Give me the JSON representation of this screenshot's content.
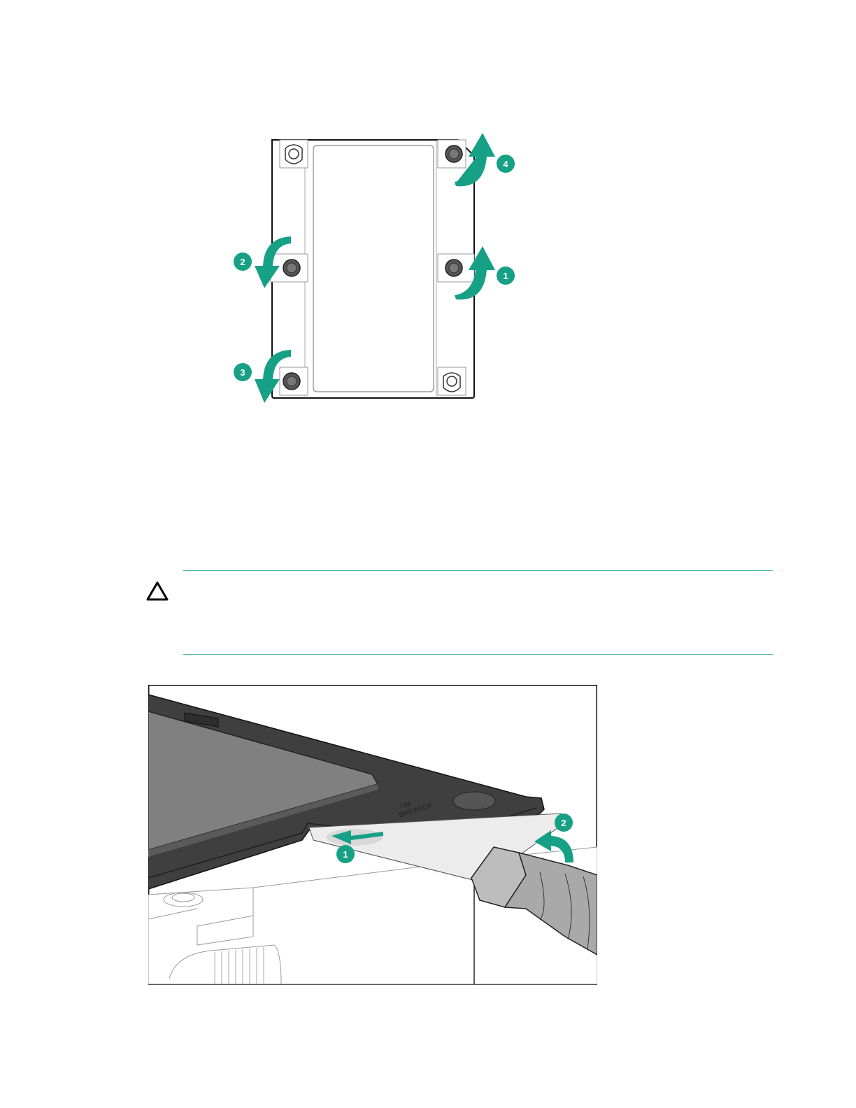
{
  "figure1": {
    "callouts": [
      "1",
      "2",
      "3",
      "4"
    ]
  },
  "caution": {
    "icon": "caution-triangle-icon"
  },
  "figure2": {
    "callouts": [
      "1",
      "2"
    ],
    "label_lines": [
      "TIM",
      "BREAKER"
    ]
  },
  "colors": {
    "accent": "#16a085",
    "rule": "#4fb59e",
    "dark_plastic": "#3f3f3f",
    "panel_gray": "#808080"
  }
}
